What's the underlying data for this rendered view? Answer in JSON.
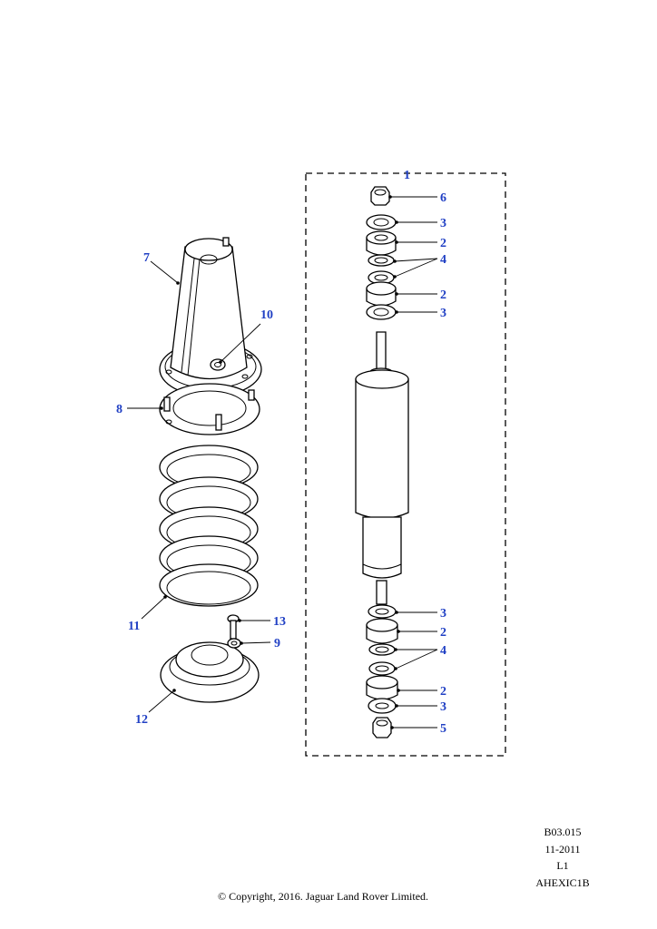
{
  "callouts": {
    "c1": "1",
    "c2a": "2",
    "c2b": "2",
    "c2c": "2",
    "c2d": "2",
    "c3a": "3",
    "c3b": "3",
    "c3c": "3",
    "c3d": "3",
    "c4a": "4",
    "c4b": "4",
    "c5": "5",
    "c6": "6",
    "c7": "7",
    "c8": "8",
    "c9": "9",
    "c10": "10",
    "c11": "11",
    "c12": "12",
    "c13": "13"
  },
  "footer": {
    "ref": "B03.015",
    "date": "11-2011",
    "level": "L1",
    "code": "AHEXIC1B",
    "copyright": "© Copyright, 2016. Jaguar Land Rover Limited."
  },
  "colors": {
    "callout": "#1f3fc4",
    "line": "#000000",
    "background": "#ffffff"
  }
}
